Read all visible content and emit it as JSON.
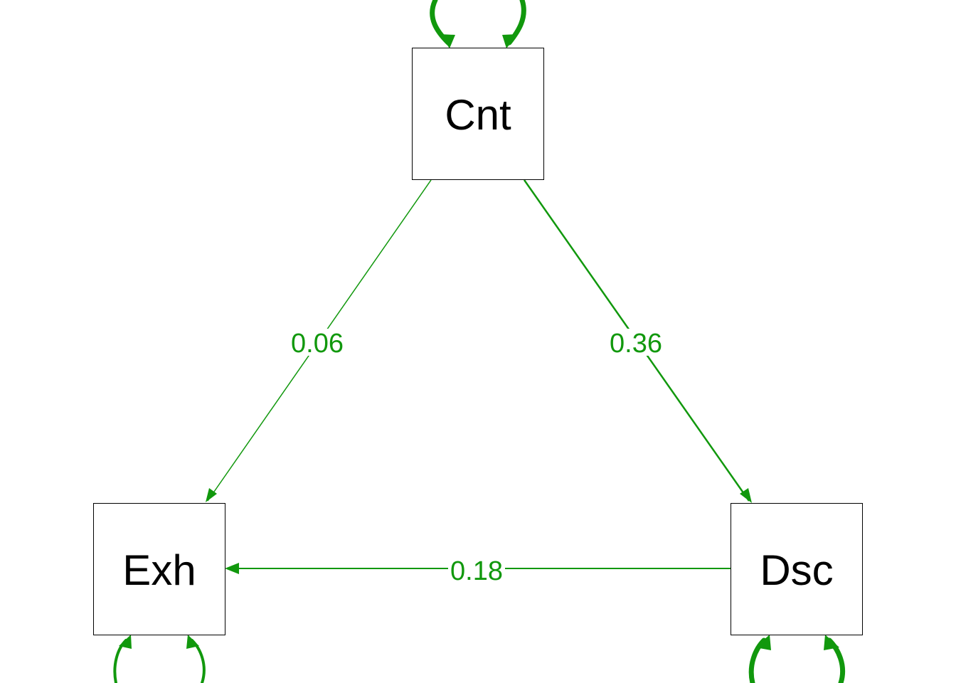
{
  "diagram": {
    "type": "path-diagram",
    "edge_color": "#11980D",
    "node_border_color": "#000000",
    "nodes": [
      {
        "id": "cnt",
        "label": "Cnt"
      },
      {
        "id": "exh",
        "label": "Exh"
      },
      {
        "id": "dsc",
        "label": "Dsc"
      }
    ],
    "edges": [
      {
        "id": "cnt-exh",
        "from": "Cnt",
        "to": "Exh",
        "label": "0.06"
      },
      {
        "id": "cnt-dsc",
        "from": "Cnt",
        "to": "Dsc",
        "label": "0.36"
      },
      {
        "id": "dsc-exh",
        "from": "Dsc",
        "to": "Exh",
        "label": "0.18"
      }
    ],
    "self_loops": [
      {
        "node": "Cnt",
        "weight": "heavy"
      },
      {
        "node": "Exh",
        "weight": "medium"
      },
      {
        "node": "Dsc",
        "weight": "heavy"
      }
    ]
  }
}
